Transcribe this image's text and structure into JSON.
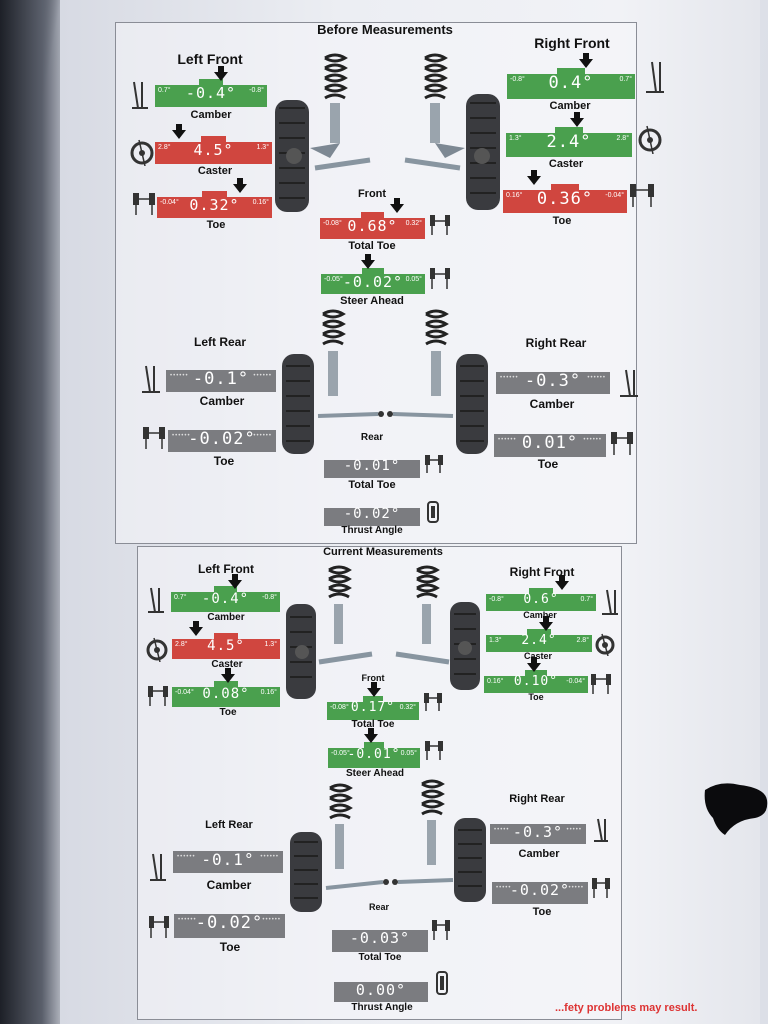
{
  "sections": [
    {
      "title": "Before Measurements",
      "front": {
        "left_title": "Left Front",
        "right_title": "Right Front",
        "center_label": "Front",
        "left": [
          {
            "label": "Camber",
            "value": "-0.4°",
            "min": "0.7°",
            "max": "-0.8°",
            "color": "green"
          },
          {
            "label": "Caster",
            "value": "4.5°",
            "min": "2.8°",
            "max": "1.3°",
            "color": "red"
          },
          {
            "label": "Toe",
            "value": "0.32°",
            "min": "-0.04°",
            "max": "0.16°",
            "color": "red"
          }
        ],
        "right": [
          {
            "label": "Camber",
            "value": "0.4°",
            "min": "-0.8°",
            "max": "0.7°",
            "color": "green"
          },
          {
            "label": "Caster",
            "value": "2.4°",
            "min": "1.3°",
            "max": "2.8°",
            "color": "green"
          },
          {
            "label": "Toe",
            "value": "0.36°",
            "min": "0.16°",
            "max": "-0.04°",
            "color": "red"
          }
        ],
        "total": {
          "label": "Total Toe",
          "value": "0.68°",
          "min": "-0.08°",
          "max": "0.32°",
          "color": "red"
        },
        "steer": {
          "label": "Steer Ahead",
          "value": "-0.02°",
          "min": "-0.05°",
          "max": "0.05°",
          "color": "green"
        }
      },
      "rear": {
        "left_title": "Left Rear",
        "right_title": "Right Rear",
        "center_label": "Rear",
        "left": [
          {
            "label": "Camber",
            "value": "-0.1°",
            "color": "gray"
          },
          {
            "label": "Toe",
            "value": "-0.02°",
            "color": "gray"
          }
        ],
        "right": [
          {
            "label": "Camber",
            "value": "-0.3°",
            "color": "gray"
          },
          {
            "label": "Toe",
            "value": "0.01°",
            "color": "gray"
          }
        ],
        "total": {
          "label": "Total Toe",
          "value": "-0.01°",
          "color": "gray"
        },
        "thrust": {
          "label": "Thrust Angle",
          "value": "-0.02°",
          "color": "gray"
        }
      }
    },
    {
      "title": "Current Measurements",
      "front": {
        "left_title": "Left Front",
        "right_title": "Right Front",
        "center_label": "Front",
        "left": [
          {
            "label": "Camber",
            "value": "-0.4°",
            "min": "0.7°",
            "max": "-0.8°",
            "color": "green"
          },
          {
            "label": "Caster",
            "value": "4.5°",
            "min": "2.8°",
            "max": "1.3°",
            "color": "red"
          },
          {
            "label": "Toe",
            "value": "0.08°",
            "min": "-0.04°",
            "max": "0.16°",
            "color": "green"
          }
        ],
        "right": [
          {
            "label": "Camber",
            "value": "0.6°",
            "min": "-0.8°",
            "max": "0.7°",
            "color": "green"
          },
          {
            "label": "Caster",
            "value": "2.4°",
            "min": "1.3°",
            "max": "2.8°",
            "color": "green"
          },
          {
            "label": "Toe",
            "value": "0.10°",
            "min": "0.16°",
            "max": "-0.04°",
            "color": "green"
          }
        ],
        "total": {
          "label": "Total Toe",
          "value": "0.17°",
          "min": "-0.08°",
          "max": "0.32°",
          "color": "green"
        },
        "steer": {
          "label": "Steer Ahead",
          "value": "-0.01°",
          "min": "-0.05°",
          "max": "0.05°",
          "color": "green"
        }
      },
      "rear": {
        "left_title": "Left Rear",
        "right_title": "Right Rear",
        "center_label": "Rear",
        "left": [
          {
            "label": "Camber",
            "value": "-0.1°",
            "color": "gray"
          },
          {
            "label": "Toe",
            "value": "-0.02°",
            "color": "gray"
          }
        ],
        "right": [
          {
            "label": "Camber",
            "value": "-0.3°",
            "color": "gray"
          },
          {
            "label": "Toe",
            "value": "-0.02°",
            "color": "gray"
          }
        ],
        "total": {
          "label": "Total Toe",
          "value": "-0.03°",
          "color": "gray"
        },
        "thrust": {
          "label": "Thrust Angle",
          "value": "0.00°",
          "color": "gray"
        }
      }
    }
  ],
  "footer": "...fety problems may result.",
  "colors": {
    "green": "#4aa04e",
    "red": "#d0463f",
    "gray": "#7b7c80"
  }
}
